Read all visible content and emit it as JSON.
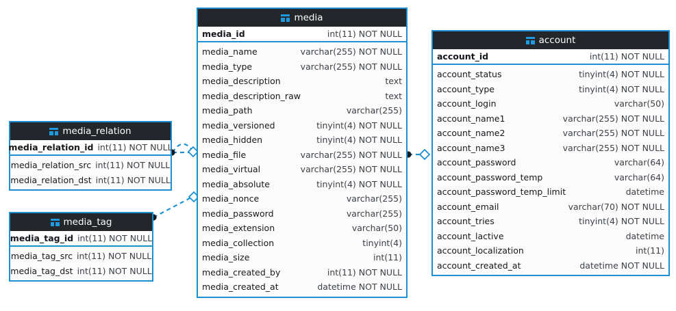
{
  "diagram": {
    "kind": "er-diagram",
    "background": "#ffffff",
    "accent": "#1a8fd1",
    "header_bg": "#23262b",
    "header_fg": "#ffffff",
    "row_bg": "#fbfbfb",
    "pk_row_bg": "#ffffff",
    "icon_name": "table-icon"
  },
  "entities": {
    "media": {
      "title": "media",
      "icon": "table-icon",
      "pk": {
        "name": "media_id",
        "type": "int(11) NOT NULL"
      },
      "columns": [
        {
          "name": "media_name",
          "type": "varchar(255) NOT NULL"
        },
        {
          "name": "media_type",
          "type": "varchar(255) NOT NULL"
        },
        {
          "name": "media_description",
          "type": "text"
        },
        {
          "name": "media_description_raw",
          "type": "text"
        },
        {
          "name": "media_path",
          "type": "varchar(255)"
        },
        {
          "name": "media_versioned",
          "type": "tinyint(4) NOT NULL"
        },
        {
          "name": "media_hidden",
          "type": "tinyint(4) NOT NULL"
        },
        {
          "name": "media_file",
          "type": "varchar(255) NOT NULL"
        },
        {
          "name": "media_virtual",
          "type": "varchar(255) NOT NULL"
        },
        {
          "name": "media_absolute",
          "type": "tinyint(4) NOT NULL"
        },
        {
          "name": "media_nonce",
          "type": "varchar(255)"
        },
        {
          "name": "media_password",
          "type": "varchar(255)"
        },
        {
          "name": "media_extension",
          "type": "varchar(50)"
        },
        {
          "name": "media_collection",
          "type": "tinyint(4)"
        },
        {
          "name": "media_size",
          "type": "int(11)"
        },
        {
          "name": "media_created_by",
          "type": "int(11) NOT NULL"
        },
        {
          "name": "media_created_at",
          "type": "datetime NOT NULL"
        }
      ]
    },
    "account": {
      "title": "account",
      "icon": "table-icon",
      "pk": {
        "name": "account_id",
        "type": "int(11) NOT NULL"
      },
      "columns": [
        {
          "name": "account_status",
          "type": "tinyint(4) NOT NULL"
        },
        {
          "name": "account_type",
          "type": "tinyint(4) NOT NULL"
        },
        {
          "name": "account_login",
          "type": "varchar(50)"
        },
        {
          "name": "account_name1",
          "type": "varchar(255) NOT NULL"
        },
        {
          "name": "account_name2",
          "type": "varchar(255) NOT NULL"
        },
        {
          "name": "account_name3",
          "type": "varchar(255) NOT NULL"
        },
        {
          "name": "account_password",
          "type": "varchar(64)"
        },
        {
          "name": "account_password_temp",
          "type": "varchar(64)"
        },
        {
          "name": "account_password_temp_limit",
          "type": "datetime"
        },
        {
          "name": "account_email",
          "type": "varchar(70) NOT NULL"
        },
        {
          "name": "account_tries",
          "type": "tinyint(4) NOT NULL"
        },
        {
          "name": "account_lactive",
          "type": "datetime"
        },
        {
          "name": "account_localization",
          "type": "int(11)"
        },
        {
          "name": "account_created_at",
          "type": "datetime NOT NULL"
        }
      ]
    },
    "media_relation": {
      "title": "media_relation",
      "icon": "table-icon",
      "pk": {
        "name": "media_relation_id",
        "type": "int(11) NOT NULL"
      },
      "columns": [
        {
          "name": "media_relation_src",
          "type": "int(11) NOT NULL"
        },
        {
          "name": "media_relation_dst",
          "type": "int(11) NOT NULL"
        }
      ]
    },
    "media_tag": {
      "title": "media_tag",
      "icon": "table-icon",
      "pk": {
        "name": "media_tag_id",
        "type": "int(11) NOT NULL"
      },
      "columns": [
        {
          "name": "media_tag_src",
          "type": "int(11) NOT NULL"
        },
        {
          "name": "media_tag_dst",
          "type": "int(11) NOT NULL"
        }
      ]
    }
  },
  "relationships": [
    {
      "name": "media-relation-to-media-a",
      "from": "media_relation",
      "to": "media",
      "style": "dashed",
      "source_marker": "filled-circle",
      "target_marker": "hollow-diamond"
    },
    {
      "name": "media-relation-to-media-b",
      "from": "media_relation",
      "to": "media",
      "style": "dashed",
      "source_marker": "filled-circle",
      "target_marker": "hollow-diamond"
    },
    {
      "name": "media-tag-to-media",
      "from": "media_tag",
      "to": "media",
      "style": "dashed",
      "source_marker": "filled-circle",
      "target_marker": "hollow-diamond"
    },
    {
      "name": "media-to-account",
      "from": "media",
      "to": "account",
      "style": "dashed",
      "source_marker": "filled-circle",
      "target_marker": "hollow-diamond"
    }
  ]
}
